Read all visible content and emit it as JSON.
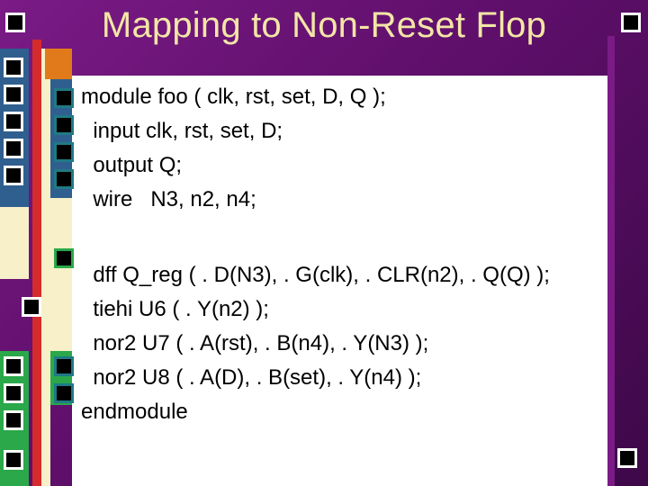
{
  "slide": {
    "title": "Mapping to Non-Reset Flop",
    "code_lines": [
      "module foo ( clk, rst, set, D, Q );",
      "  input clk, rst, set, D;",
      "  output Q;",
      "  wire   N3, n2, n4;",
      "  dff Q_reg ( . D(N3), . G(clk), . CLR(n2), . Q(Q) );",
      "  tiehi U6 ( . Y(n2) );",
      "  nor2 U7 ( . A(rst), . B(n4), . Y(N3) );",
      "  nor2 U8 ( . A(D), . B(set), . Y(n4) );",
      "endmodule"
    ]
  },
  "colors": {
    "background": "#6a1478",
    "title": "#f3e6a6",
    "panel": "#ffffff",
    "strip_orange": "#e07a1a",
    "strip_blue": "#2f5f8f",
    "strip_green": "#2aa84a",
    "strip_red": "#d62b2b",
    "strip_pale_yellow": "#f7f0c8"
  }
}
